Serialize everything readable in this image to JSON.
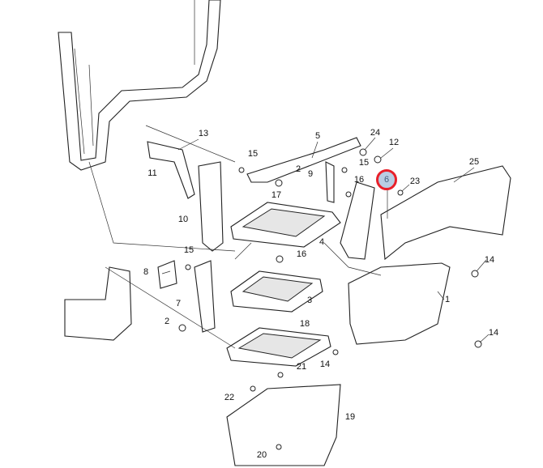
{
  "diagram": {
    "callouts": [
      "13",
      "5",
      "24",
      "12",
      "15",
      "11",
      "2",
      "15",
      "9",
      "16",
      "23",
      "25",
      "17",
      "10",
      "4",
      "15",
      "16",
      "14",
      "8",
      "7",
      "3",
      "1",
      "2",
      "18",
      "14",
      "14",
      "21",
      "22",
      "19",
      "20"
    ],
    "highlighted_callout": "6",
    "highlight_color": "#e8202a"
  }
}
